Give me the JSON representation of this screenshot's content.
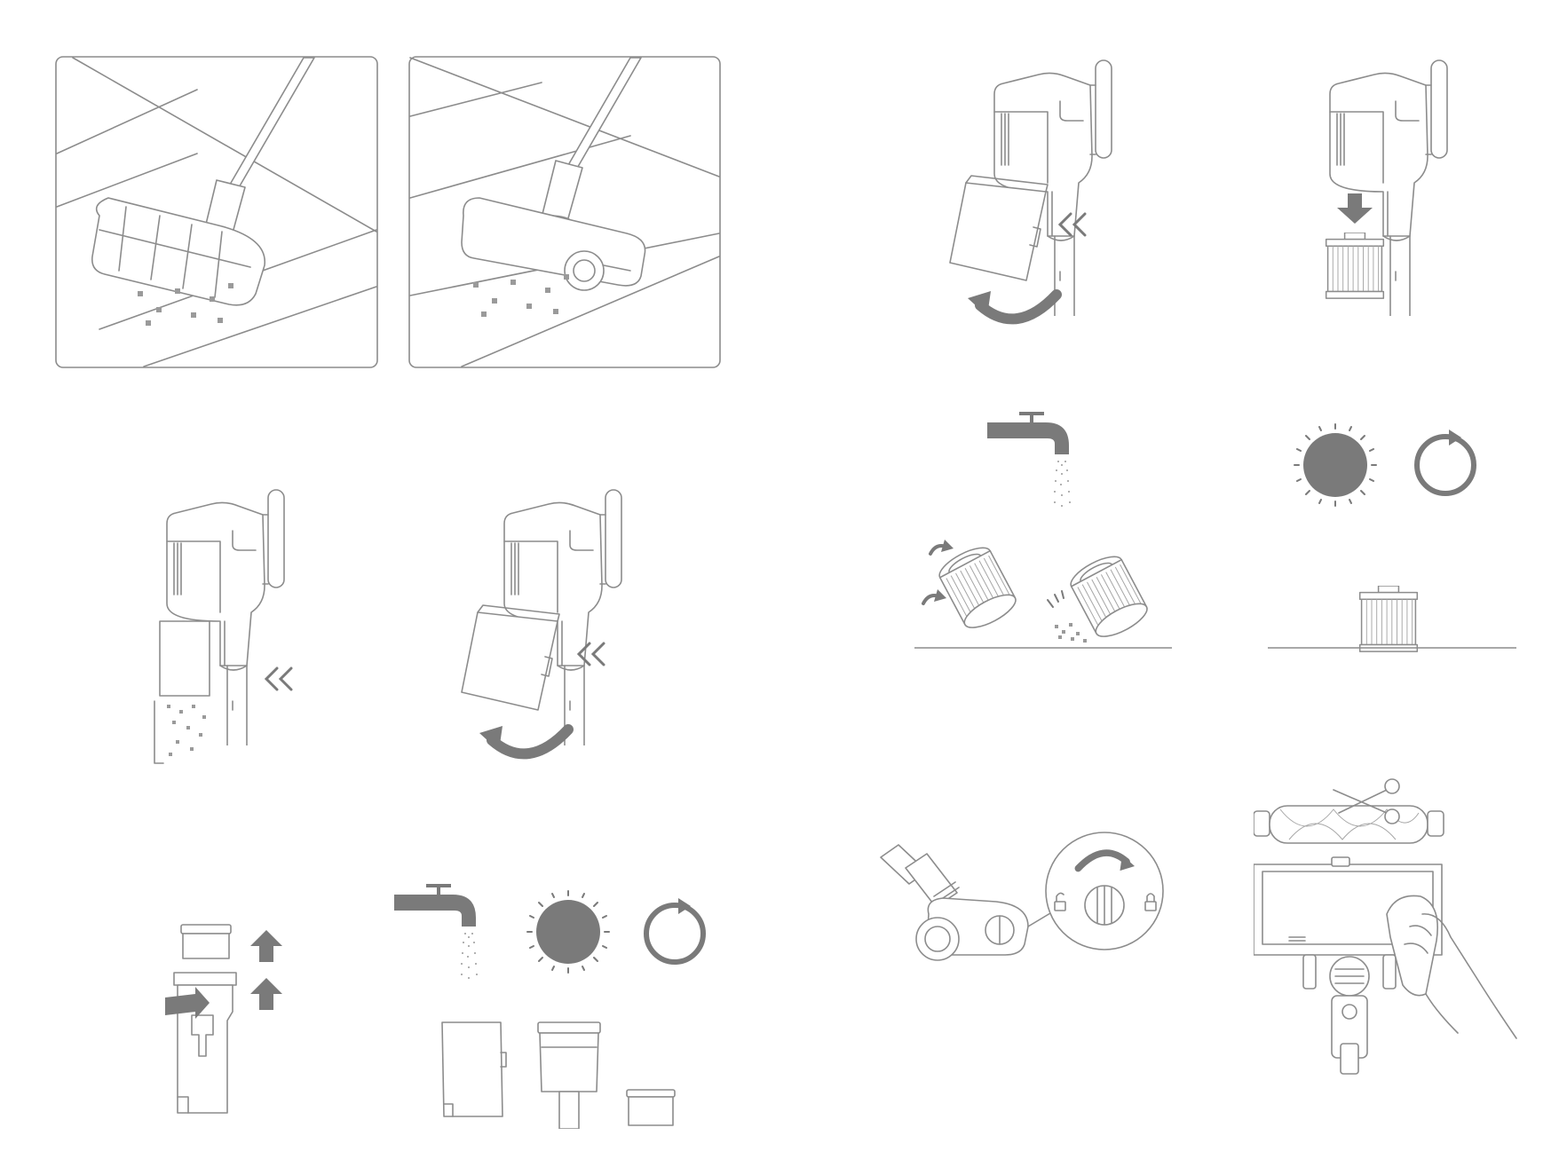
{
  "colors": {
    "line": "#8c8c8c",
    "accent": "#7a7a7a",
    "background": "#ffffff"
  },
  "figures": [
    {
      "id": "vacuum-carpet-brush",
      "icons": [
        "vacuum-stick-icon",
        "debris-icon"
      ]
    },
    {
      "id": "vacuum-hard-floor-brush",
      "icons": [
        "vacuum-stick-icon",
        "debris-icon"
      ]
    },
    {
      "id": "empty-dust-bin",
      "icons": [
        "chevron-left-icon",
        "debris-icon"
      ]
    },
    {
      "id": "remove-dust-bin",
      "icons": [
        "chevron-left-icon",
        "curved-arrow-icon"
      ]
    },
    {
      "id": "disassemble-bin",
      "icons": [
        "arrow-up-icon",
        "arrow-right-icon"
      ]
    },
    {
      "id": "wash-dry-bin-parts",
      "icons": [
        "faucet-icon",
        "sun-icon",
        "refresh-icon"
      ]
    },
    {
      "id": "open-bin-cover",
      "icons": [
        "chevron-left-icon",
        "curved-arrow-icon"
      ]
    },
    {
      "id": "remove-filter",
      "icons": [
        "arrow-down-icon",
        "filter-icon"
      ]
    },
    {
      "id": "wash-tap-filter",
      "icons": [
        "faucet-icon",
        "rotate-icon",
        "filter-icon"
      ]
    },
    {
      "id": "dry-filter",
      "icons": [
        "sun-icon",
        "refresh-icon",
        "filter-icon"
      ]
    },
    {
      "id": "unlock-roller-brush",
      "icons": [
        "unlock-icon",
        "lock-icon",
        "curved-arrow-icon"
      ]
    },
    {
      "id": "clean-roller-brush",
      "icons": [
        "scissors-icon",
        "hand-icon",
        "cloth-icon"
      ]
    }
  ]
}
